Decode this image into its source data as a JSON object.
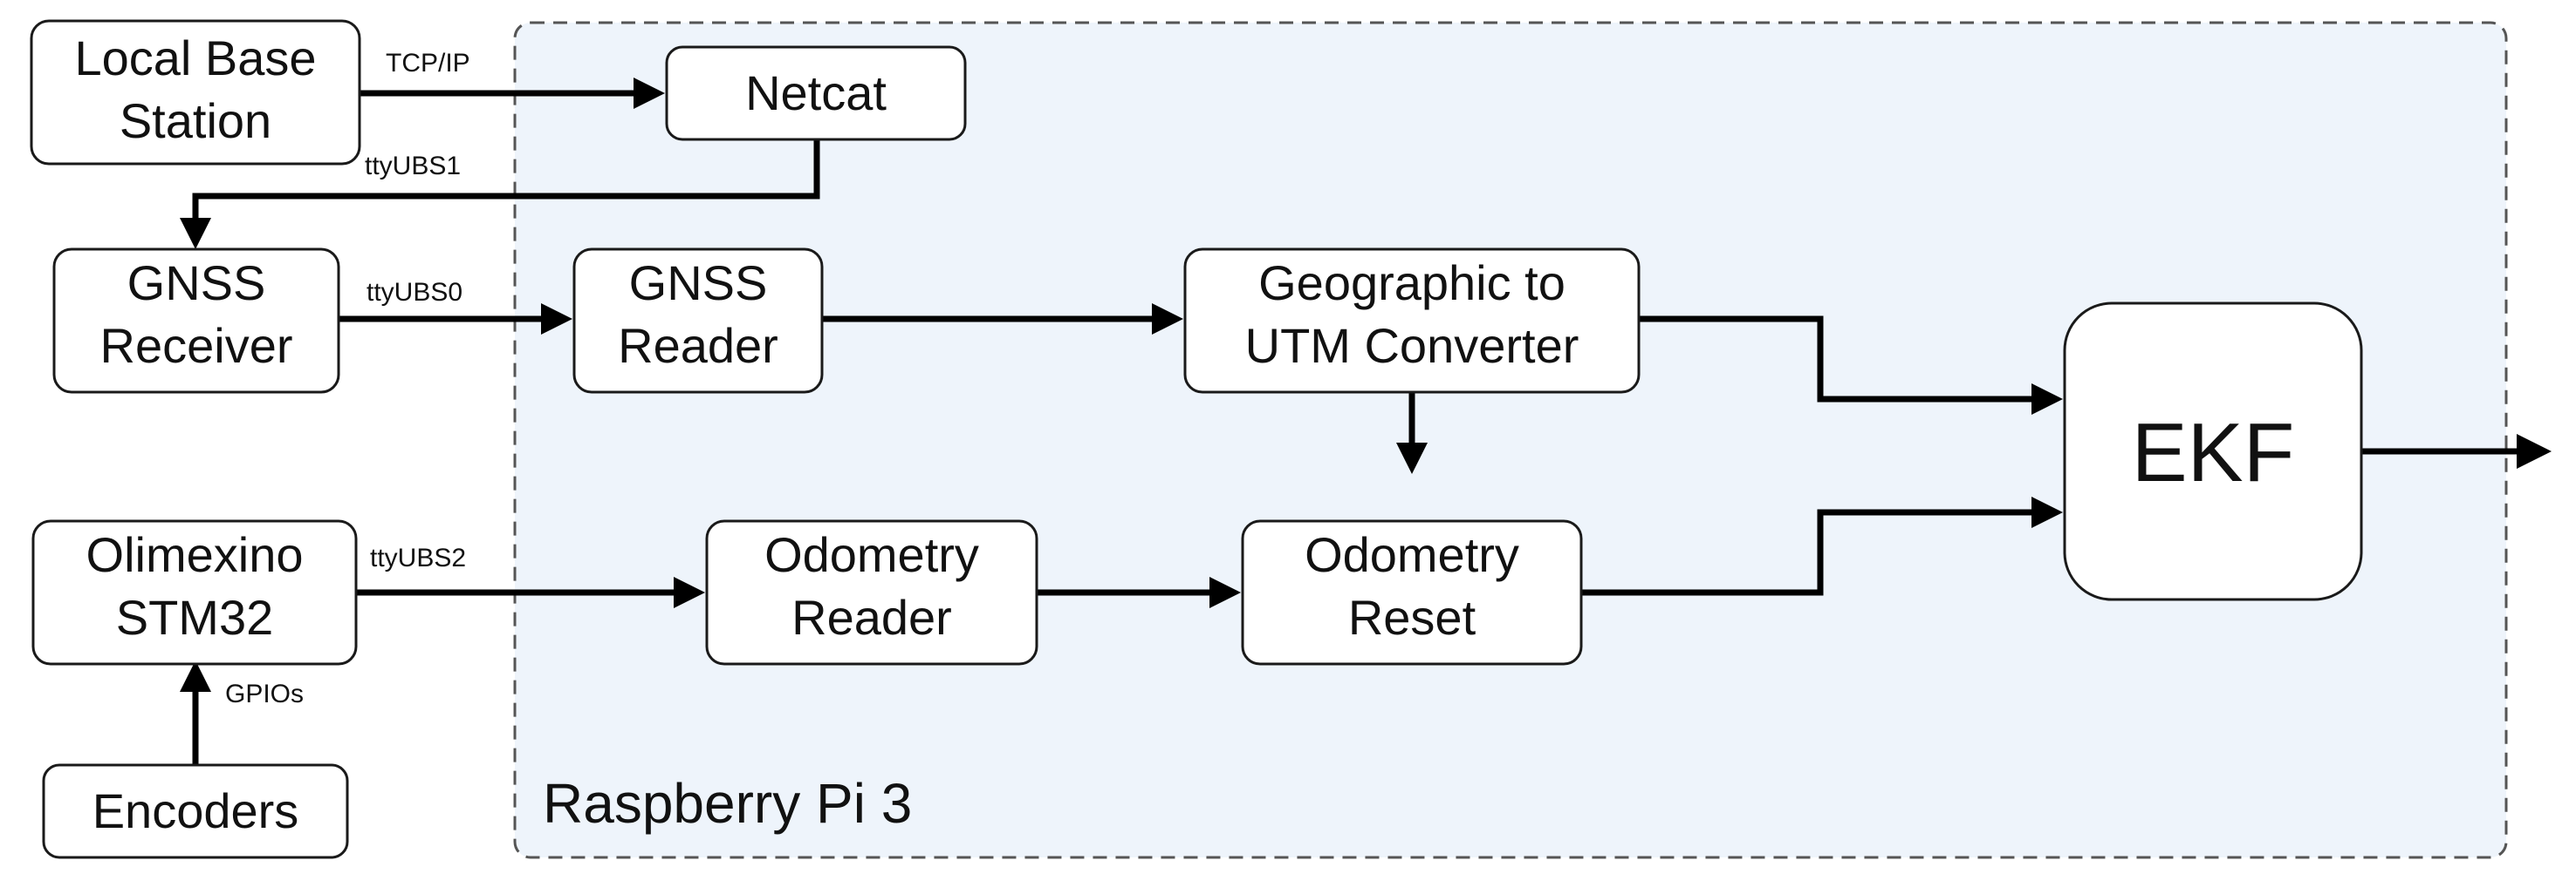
{
  "diagram": {
    "region": {
      "label": "Raspberry Pi 3",
      "fill": "#EEF4FB",
      "border": "#555555"
    },
    "nodes": {
      "local_base_station": {
        "lines": [
          "Local Base",
          "Station"
        ]
      },
      "netcat": {
        "lines": [
          "Netcat"
        ]
      },
      "gnss_receiver": {
        "lines": [
          "GNSS",
          "Receiver"
        ]
      },
      "gnss_reader": {
        "lines": [
          "GNSS",
          "Reader"
        ]
      },
      "geo_utm": {
        "lines": [
          "Geographic to",
          "UTM Converter"
        ]
      },
      "ekf": {
        "lines": [
          "EKF"
        ]
      },
      "olimexino": {
        "lines": [
          "Olimexino",
          "STM32"
        ]
      },
      "odometry_reader": {
        "lines": [
          "Odometry",
          "Reader"
        ]
      },
      "odometry_reset": {
        "lines": [
          "Odometry",
          "Reset"
        ]
      },
      "encoders": {
        "lines": [
          "Encoders"
        ]
      }
    },
    "edge_labels": {
      "tcp_ip": "TCP/IP",
      "ttyubs1": "ttyUBS1",
      "ttyubs0": "ttyUBS0",
      "ttyubs2": "ttyUBS2",
      "gpios": "GPIOs"
    }
  }
}
